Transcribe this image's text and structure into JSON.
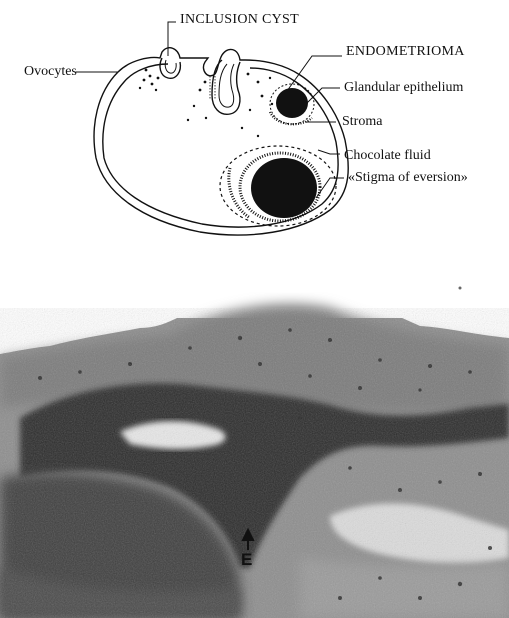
{
  "diagram": {
    "labels": {
      "inclusion_cyst": "INCLUSION CYST",
      "endometrioma": "ENDOMETRIOMA",
      "ovocytes": "Ovocytes",
      "glandular_epithelium": "Glandular epithelium",
      "stroma": "Stroma",
      "chocolate_fluid": "Chocolate fluid",
      "stigma_of_eversion": "«Stigma of eversion»"
    }
  },
  "micrograph": {
    "marker_label": "E"
  },
  "colors": {
    "ink": "#111111",
    "tissue_dark": "#1e1e1e",
    "tissue_mid": "#5a5a5a",
    "tissue_light": "#a8a8a8"
  }
}
